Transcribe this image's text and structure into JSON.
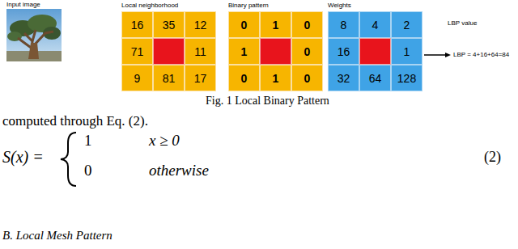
{
  "diagram": {
    "caption": "Fig. 1 Local Binary Pattern",
    "nodes": [
      {
        "text": [
          "Local neighborhood"
        ]
      },
      {
        "text": [
          "16"
        ],
        "in": 0
      },
      {
        "text": [
          "35"
        ],
        "in": 0
      },
      {
        "text": [
          "12"
        ],
        "in": 0
      },
      {
        "text": [
          "71"
        ],
        "in": 0
      },
      {
        "text": [
          "11"
        ],
        "in": 0
      },
      {
        "text": [
          "9"
        ],
        "in": 0
      },
      {
        "text": [
          "81"
        ],
        "in": 0
      },
      {
        "text": [
          "17"
        ],
        "in": 0
      },
      {
        "text": [
          "Binary pattern"
        ]
      },
      {
        "text": [
          "0"
        ],
        "in": 9
      },
      {
        "text": [
          "1"
        ],
        "in": 9
      },
      {
        "text": [
          "0"
        ],
        "in": 9
      },
      {
        "text": [
          "1"
        ],
        "in": 9
      },
      {
        "text": [
          "0"
        ],
        "in": 9
      },
      {
        "text": [
          "0"
        ],
        "in": 9
      },
      {
        "text": [
          "1"
        ],
        "in": 9
      },
      {
        "text": [
          "0"
        ],
        "in": 9
      },
      {
        "text": [
          "Weights"
        ]
      },
      {
        "text": [
          "8"
        ],
        "in": 18
      },
      {
        "text": [
          "4"
        ],
        "in": 18
      },
      {
        "text": [
          "2"
        ],
        "in": 18
      },
      {
        "text": [
          "16"
        ],
        "in": 18
      },
      {
        "text": [
          "1"
        ],
        "in": 18
      },
      {
        "text": [
          "32"
        ],
        "in": 18
      },
      {
        "text": [
          "64"
        ],
        "in": 18
      },
      {
        "text": [
          "128"
        ],
        "in": 18
      }
    ],
    "labels": [
      "Input image",
      "LBP value",
      "LBP = 4+16+64=84",
      "computed through Eq. (2).",
      "S(x) =",
      "1",
      "x ≥ 0",
      "0",
      "otherwise",
      "(2)",
      "B. Local Mesh Pattern"
    ]
  }
}
